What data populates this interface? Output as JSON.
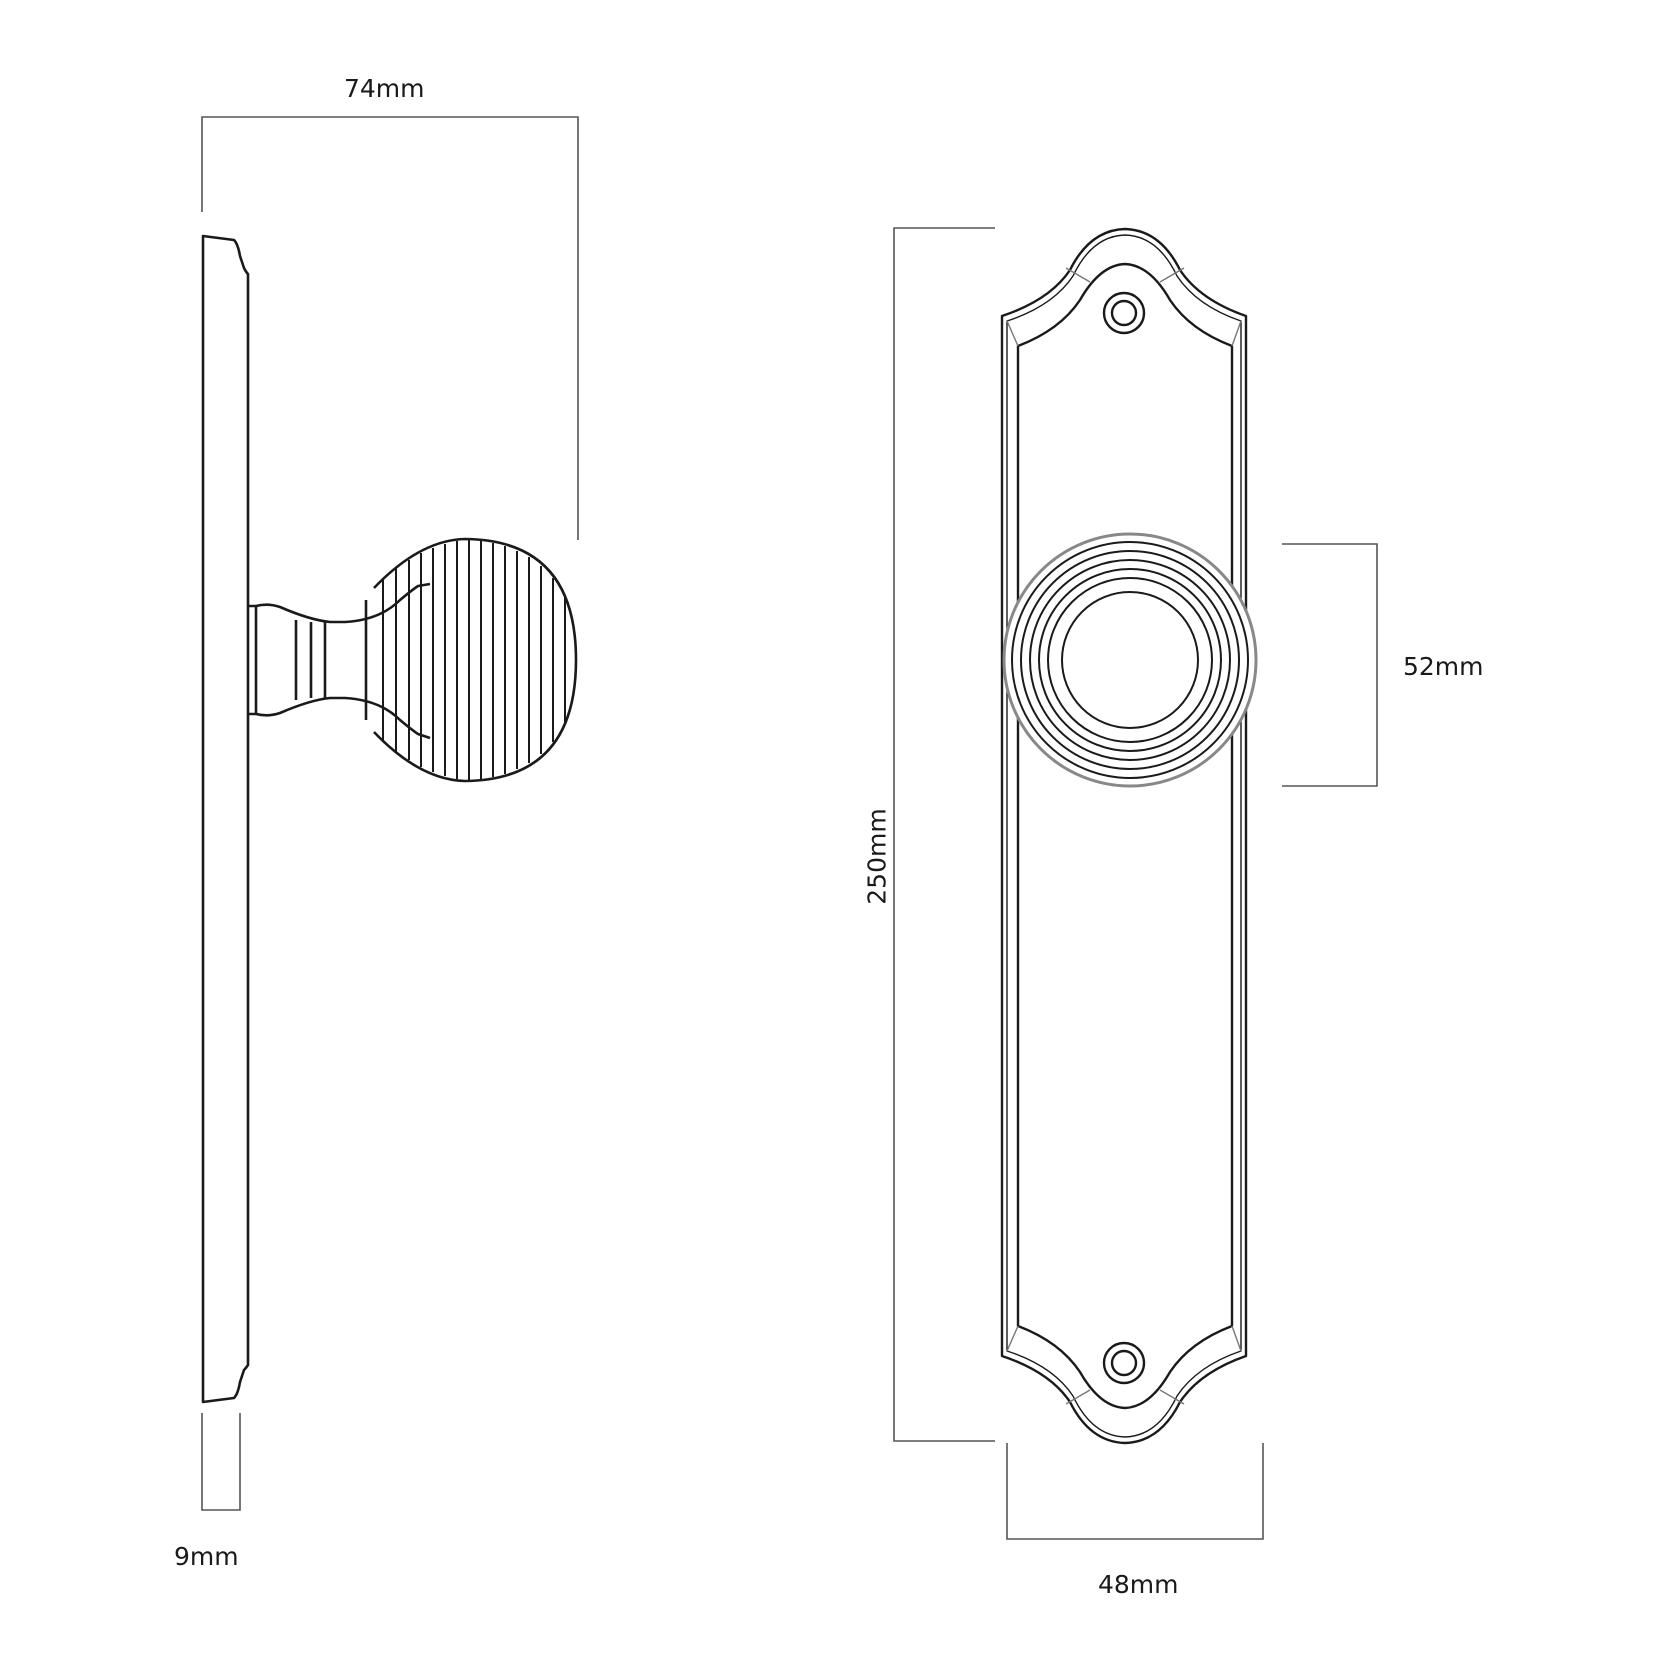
{
  "diagram": {
    "type": "technical-dimension-drawing",
    "subject": "beehive reeded door knob on shaped backplate",
    "colors": {
      "line": "#1a1a1a",
      "dimension_line": "#555555",
      "background": "#ffffff"
    },
    "side_view": {
      "projection_label": "74mm",
      "plate_thickness_label": "9mm"
    },
    "front_view": {
      "height_label": "250mm",
      "width_label": "48mm",
      "knob_diameter_label": "52mm"
    }
  }
}
